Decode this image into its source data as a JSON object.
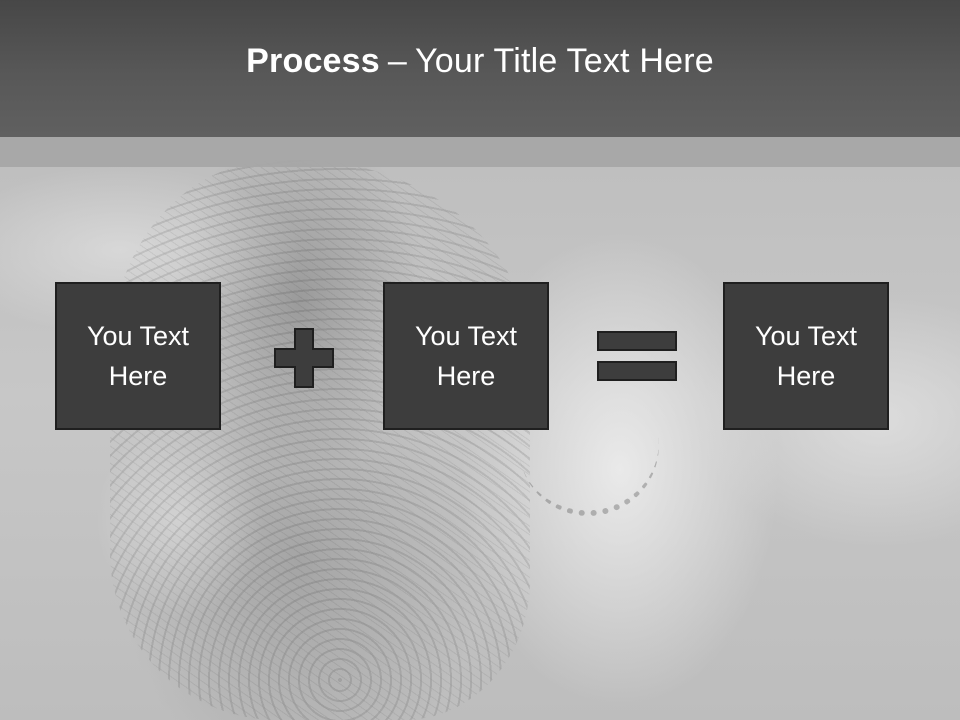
{
  "slide": {
    "title": {
      "bold": "Process",
      "separator": "–",
      "rest": "Your Title Text Here"
    },
    "process": {
      "boxes": [
        {
          "text": "You Text Here"
        },
        {
          "text": "You Text Here"
        },
        {
          "text": "You Text Here"
        }
      ],
      "operators": [
        {
          "icon": "plus-icon"
        },
        {
          "icon": "equals-icon"
        }
      ]
    }
  },
  "colors": {
    "titlebar": "#4f4f4f",
    "box_fill": "#3d3d3d",
    "box_border": "#1f1f1f",
    "text": "#ffffff"
  }
}
